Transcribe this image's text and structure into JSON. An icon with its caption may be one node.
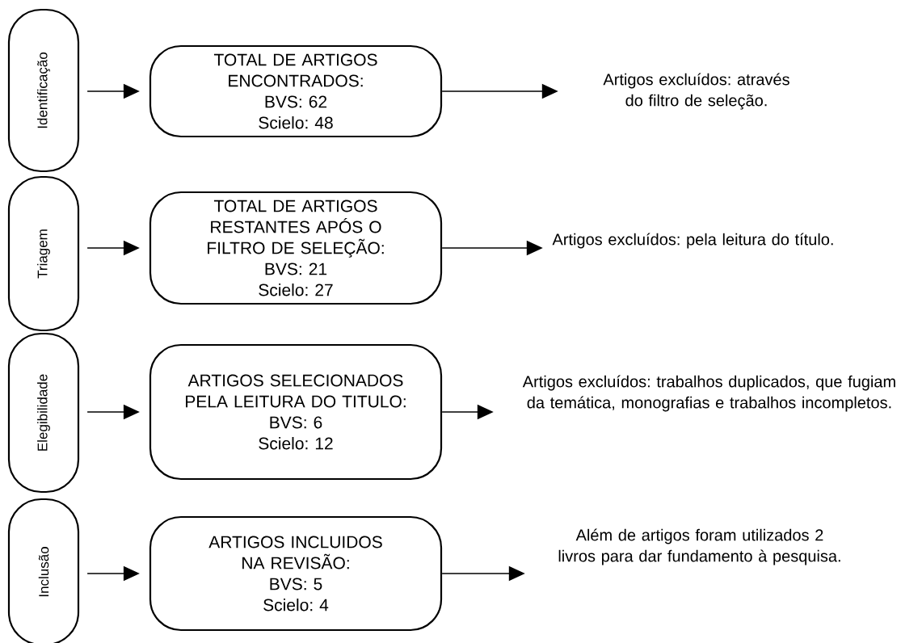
{
  "diagram": {
    "nodes": [
      {
        "text": [
          "Identificação"
        ]
      },
      {
        "text": [
          "Triagem"
        ]
      },
      {
        "text": [
          "Elegibilidade"
        ]
      },
      {
        "text": [
          "Inclusão"
        ]
      },
      {
        "text": [
          "TOTAL DE ARTIGOS ENCONTRADOS:",
          "BVS: 62",
          "Scielo: 48"
        ]
      },
      {
        "text": [
          "TOTAL DE ARTIGOS RESTANTES APÓS O FILTRO DE SELEÇÃO:",
          "BVS: 21",
          "Scielo: 27"
        ]
      },
      {
        "text": [
          "ARTIGOS SELECIONADOS PELA LEITURA DO TITULO:",
          "BVS: 6",
          "Scielo: 12"
        ]
      },
      {
        "text": [
          "ARTIGOS INCLUIDOS NA REVISÃO:",
          "BVS: 5",
          "Scielo: 4"
        ]
      },
      {
        "text": [
          "Artigos excluídos: através do filtro de seleção."
        ]
      },
      {
        "text": [
          "Artigos excluídos: pela leitura do título."
        ]
      },
      {
        "text": [
          "Artigos excluídos: trabalhos duplicados, que fugiam da temática, monografias e trabalhos incompletos."
        ]
      },
      {
        "text": [
          "Além de artigos foram utilizados 2 livros para dar fundamento à pesquisa."
        ]
      }
    ],
    "edges": [
      {
        "from": 0,
        "to": 4,
        "arrow": "to"
      },
      {
        "from": 4,
        "to": 8,
        "arrow": "to"
      },
      {
        "from": 1,
        "to": 5,
        "arrow": "to"
      },
      {
        "from": 5,
        "to": 9,
        "arrow": "to"
      },
      {
        "from": 2,
        "to": 6,
        "arrow": "to"
      },
      {
        "from": 6,
        "to": 10,
        "arrow": "to"
      },
      {
        "from": 3,
        "to": 7,
        "arrow": "to"
      },
      {
        "from": 7,
        "to": 11,
        "arrow": "to"
      }
    ]
  }
}
